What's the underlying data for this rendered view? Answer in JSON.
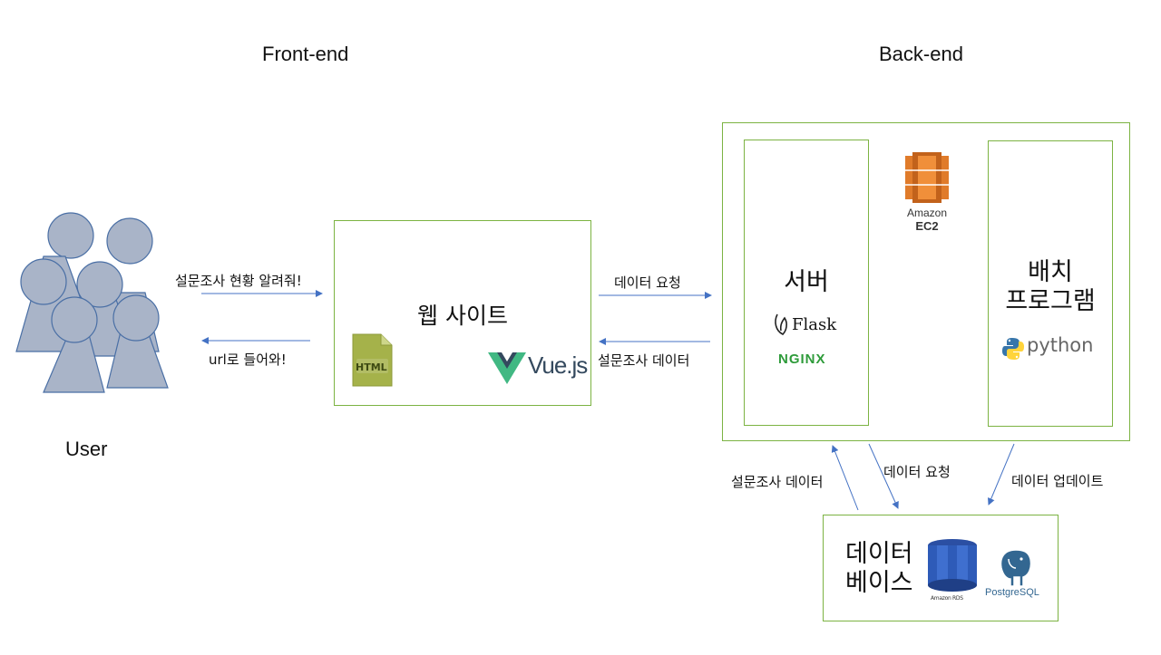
{
  "headers": {
    "frontend": "Front-end",
    "backend": "Back-end"
  },
  "user": {
    "label": "User"
  },
  "website": {
    "title": "웹 사이트",
    "html_badge": "HTML",
    "vue_text": "Vue.js"
  },
  "backend": {
    "ec2_line1": "Amazon",
    "ec2_line2": "EC2",
    "server_title": "서버",
    "flask_text": "Flask",
    "nginx_text": "NGINX",
    "batch_line1": "배치",
    "batch_line2": "프로그램",
    "python_text": "python"
  },
  "database": {
    "title_line1": "데이터",
    "title_line2": "베이스",
    "rds_caption": "Amazon RDS",
    "postgres_caption": "PostgreSQL"
  },
  "arrows": {
    "user_to_web": "설문조사 현황 알려줘!",
    "web_to_user": "url로 들어와!",
    "web_to_backend": "데이터 요청",
    "backend_to_web": "설문조사 데이터",
    "db_to_server": "설문조사 데이터",
    "server_to_db": "데이터 요청",
    "batch_to_db": "데이터 업데이트"
  },
  "colors": {
    "box_border": "#7cb342",
    "arrow": "#4472c4",
    "person_fill": "#a9b4c8",
    "person_stroke": "#4a6fa5"
  }
}
